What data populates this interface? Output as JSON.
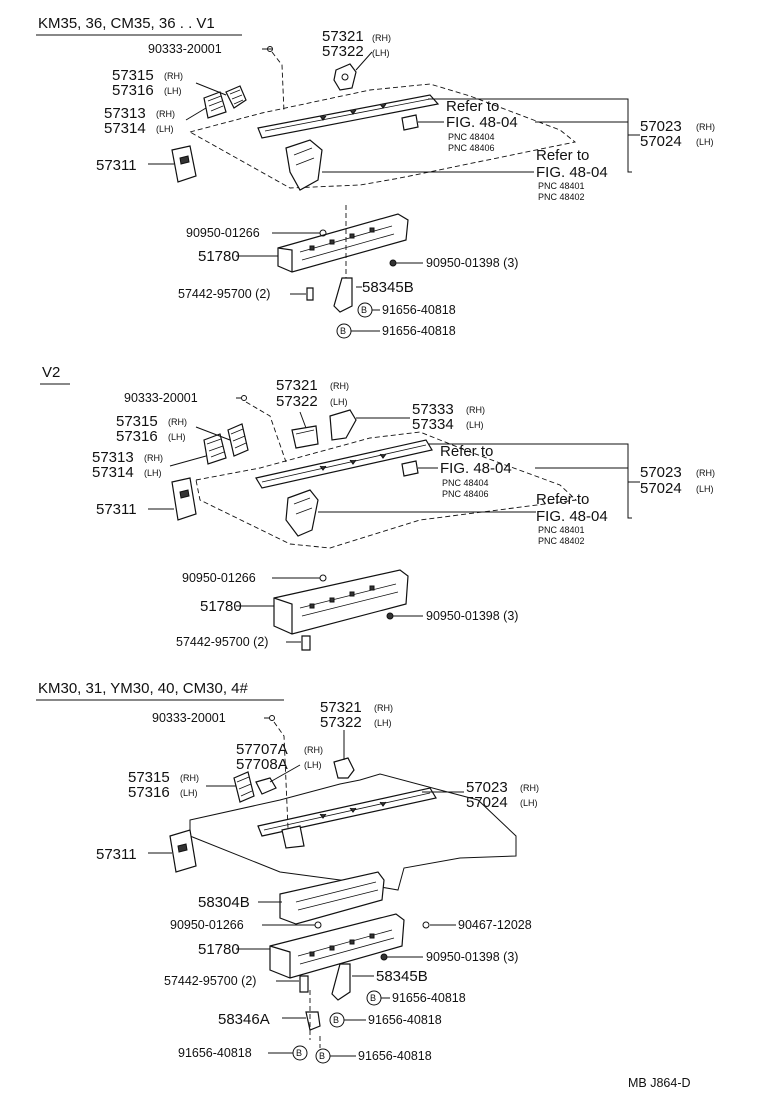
{
  "sections": [
    {
      "title": "KM35, 36, CM35, 36 . . V1",
      "labels": {
        "p90333": "90333-20001",
        "p57321": "57321",
        "p57321_s": "(RH)",
        "p57322": "57322",
        "p57322_s": "(LH)",
        "p57315": "57315",
        "p57315_s": "(RH)",
        "p57316": "57316",
        "p57316_s": "(LH)",
        "p57313": "57313",
        "p57313_s": "(RH)",
        "p57314": "57314",
        "p57314_s": "(LH)",
        "p57311": "57311",
        "refer1": "Refer to",
        "fig1": "FIG. 48-04",
        "pnc1a": "PNC 48404",
        "pnc1b": "PNC 48406",
        "refer2": "Refer to",
        "fig2": "FIG. 48-04",
        "pnc2a": "PNC 48401",
        "pnc2b": "PNC 48402",
        "p57023": "57023",
        "p57023_s": "(RH)",
        "p57024": "57024",
        "p57024_s": "(LH)",
        "p90950a": "90950-01266",
        "p51780": "51780",
        "p90950b": "90950-01398 (3)",
        "p57442": "57442-95700 (2)",
        "p58345": "58345B",
        "p91656a": "91656-40818",
        "p91656b": "91656-40818"
      }
    },
    {
      "title": "V2",
      "labels": {
        "p90333": "90333-20001",
        "p57321": "57321",
        "p57321_s": "(RH)",
        "p57322": "57322",
        "p57322_s": "(LH)",
        "p57333": "57333",
        "p57333_s": "(RH)",
        "p57334": "57334",
        "p57334_s": "(LH)",
        "p57315": "57315",
        "p57315_s": "(RH)",
        "p57316": "57316",
        "p57316_s": "(LH)",
        "p57313": "57313",
        "p57313_s": "(RH)",
        "p57314": "57314",
        "p57314_s": "(LH)",
        "p57311": "57311",
        "refer1": "Refer to",
        "fig1": "FIG. 48-04",
        "pnc1a": "PNC 48404",
        "pnc1b": "PNC 48406",
        "refer2": "Refer to",
        "fig2": "FIG. 48-04",
        "pnc2a": "PNC 48401",
        "pnc2b": "PNC 48402",
        "p57023": "57023",
        "p57023_s": "(RH)",
        "p57024": "57024",
        "p57024_s": "(LH)",
        "p90950a": "90950-01266",
        "p51780": "51780",
        "p90950b": "90950-01398 (3)",
        "p57442": "57442-95700 (2)"
      }
    },
    {
      "title": "KM30, 31, YM30, 40, CM30, 4#",
      "labels": {
        "p90333": "90333-20001",
        "p57321": "57321",
        "p57321_s": "(RH)",
        "p57322": "57322",
        "p57322_s": "(LH)",
        "p57707": "57707A",
        "p57707_s": "(RH)",
        "p57708": "57708A",
        "p57708_s": "(LH)",
        "p57315": "57315",
        "p57315_s": "(RH)",
        "p57316": "57316",
        "p57316_s": "(LH)",
        "p57023": "57023",
        "p57023_s": "(RH)",
        "p57024": "57024",
        "p57024_s": "(LH)",
        "p57311": "57311",
        "p58304": "58304B",
        "p90950a": "90950-01266",
        "p90467": "90467-12028",
        "p51780": "51780",
        "p90950b": "90950-01398 (3)",
        "p57442": "57442-95700 (2)",
        "p58345": "58345B",
        "p91656a": "91656-40818",
        "p58346": "58346A",
        "p91656b": "91656-40818",
        "p91656c": "91656-40818",
        "p91656d": "91656-40818"
      }
    }
  ],
  "bolt_symbol": "B",
  "footer": "MB  J864-D"
}
